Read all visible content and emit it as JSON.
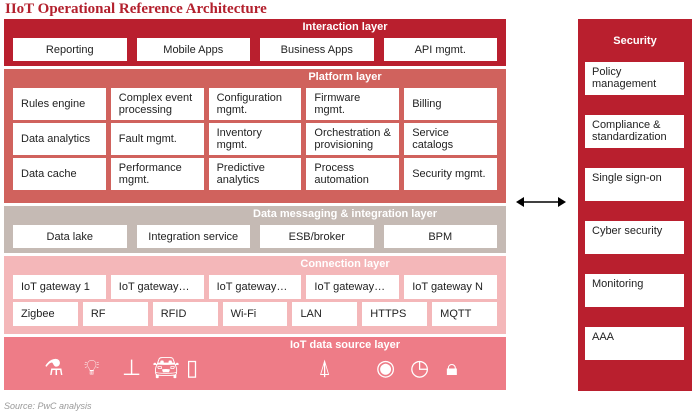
{
  "title": "IIoT Operational Reference Architecture",
  "interaction": {
    "label": "Interaction layer",
    "items": [
      "Reporting",
      "Mobile Apps",
      "Business Apps",
      "API mgmt."
    ]
  },
  "platform": {
    "label": "Platform layer",
    "rows": [
      [
        "Rules engine",
        "Complex event processing",
        "Configuration mgmt.",
        "Firmware mgmt.",
        "Billing"
      ],
      [
        "Data analytics",
        "Fault mgmt.",
        "Inventory mgmt.",
        "Orchestration & provisioning",
        "Service catalogs"
      ],
      [
        "Data cache",
        "Performance mgmt.",
        "Predictive analytics",
        "Process automation",
        "Security mgmt."
      ]
    ]
  },
  "messaging": {
    "label": "Data messaging & integration layer",
    "items": [
      "Data lake",
      "Integration service",
      "ESB/broker",
      "BPM"
    ]
  },
  "connection": {
    "label": "Connection layer",
    "gateways": [
      "IoT gateway 1",
      "IoT gateway…",
      "IoT gateway…",
      "IoT gateway…",
      "IoT gateway N"
    ],
    "protocols": [
      "Zigbee",
      "RF",
      "RFID",
      "Wi-Fi",
      "LAN",
      "HTTPS",
      "MQTT"
    ]
  },
  "source": {
    "label": "IoT data source layer",
    "icons": [
      "flask-icon",
      "lightbulb-icon",
      "sensor-probe-icon",
      "car-icon",
      "smartphone-icon",
      "antenna-tower-icon",
      "button-icon",
      "clock-icon",
      "lock-search-icon"
    ]
  },
  "security": {
    "label": "Security",
    "items": [
      "Policy management",
      "Compliance & standardization",
      "Single sign-on",
      "Cyber security",
      "Monitoring",
      "AAA"
    ]
  },
  "source_note": "Source: PwC analysis"
}
